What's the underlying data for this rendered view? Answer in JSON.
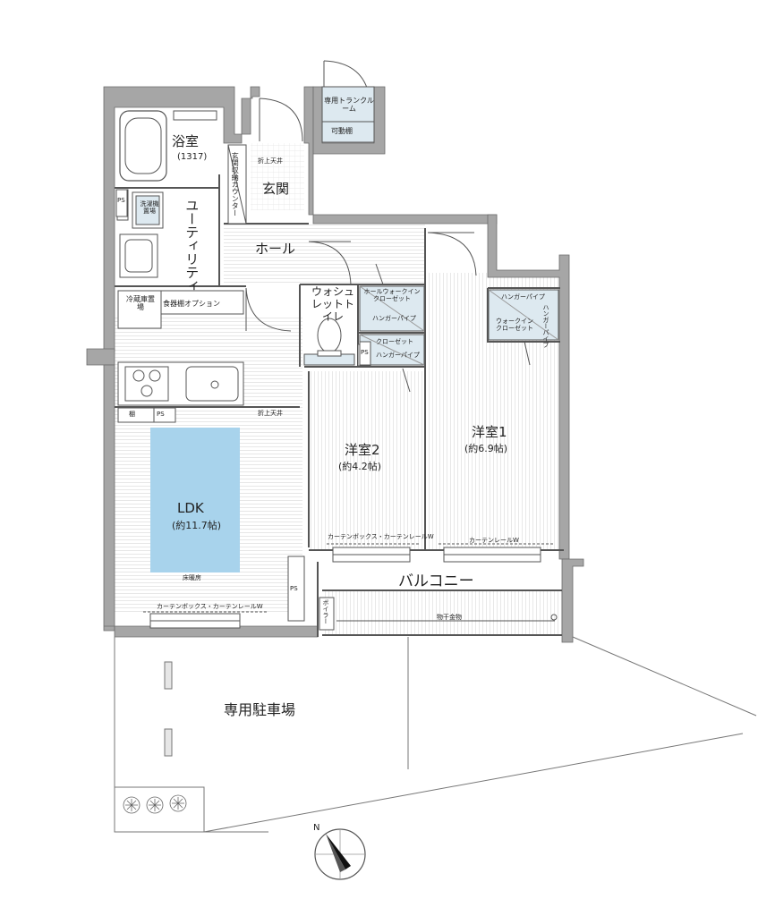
{
  "rooms": {
    "bath": "浴室",
    "bath_size": "(1317)",
    "entrance": "玄関",
    "hall": "ホール",
    "utility": "ユーティリティ",
    "washlet_toilet": "ウォシュレットトイレ",
    "ldk": "LDK",
    "ldk_size": "(約11.7帖)",
    "room2": "洋室2",
    "room2_size": "(約4.2帖)",
    "room1": "洋室1",
    "room1_size": "(約6.9帖)",
    "balcony": "バルコニー",
    "parking": "専用駐車場"
  },
  "fixtures": {
    "trunk_room": "専用トランクルーム",
    "movable_shelf": "可動棚",
    "folding_ceiling_entrance": "折上天井",
    "entrance_storage_counter": "玄関収納カウンター",
    "washer_space": "洗濯機置場",
    "fridge_space": "冷蔵庫置場",
    "dish_shelf_option": "食器棚オプション",
    "shelf": "棚",
    "ps": "PS",
    "folding_ceiling_ldk": "折上天井",
    "hall_walkin_closet": "ホールウォークインクローゼット",
    "hanger_pipe": "ハンガーパイプ",
    "closet": "クローゼット",
    "walkin_closet": "ウォークインクローゼット",
    "floor_heating": "床暖房",
    "curtain_box_rail_w": "カーテンボックス・カーテンレールW",
    "curtain_rail_w": "カーテンレールW",
    "drying_hardware": "物干金物",
    "boiler": "ボイラー"
  },
  "compass": {
    "north": "N"
  }
}
